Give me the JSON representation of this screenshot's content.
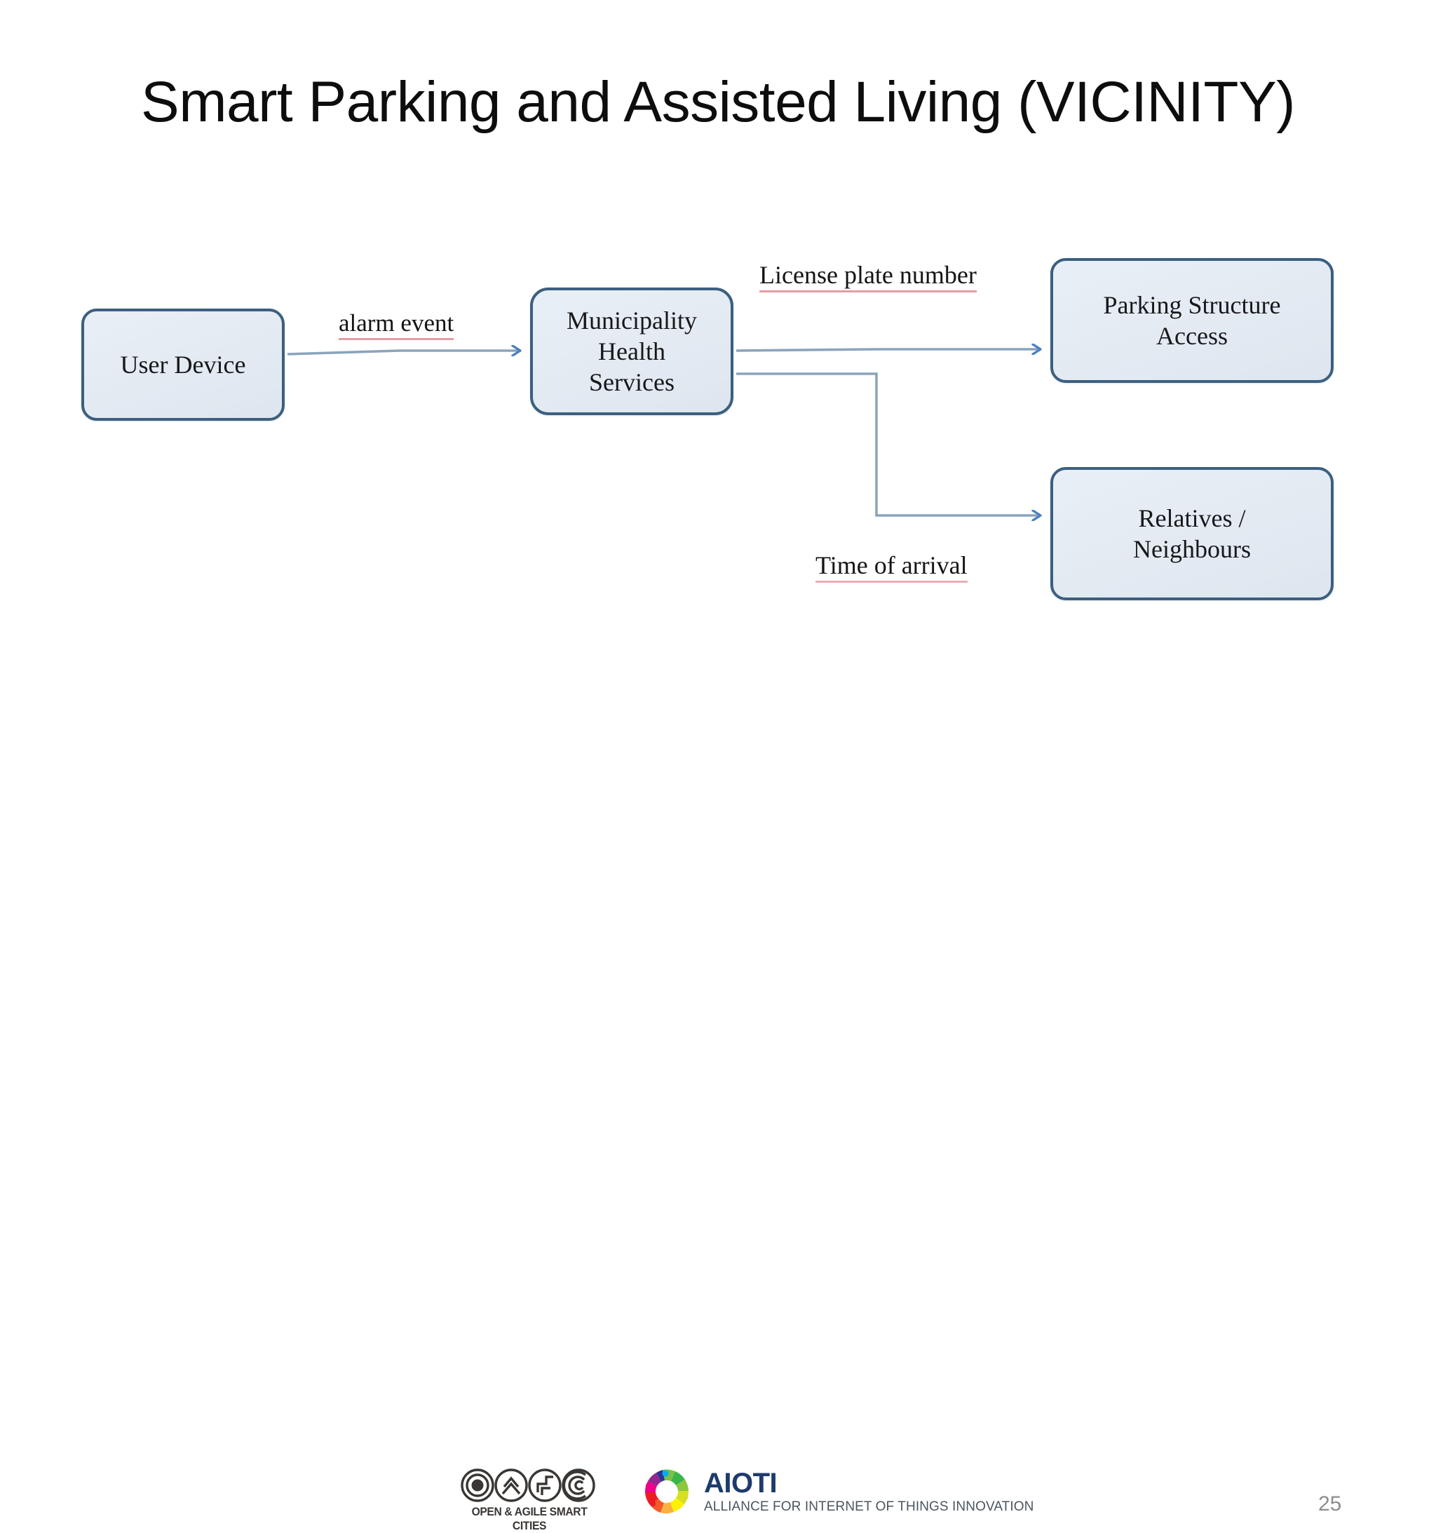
{
  "slide": {
    "title": "Smart Parking and Assisted Living (VICINITY)",
    "number": "25"
  },
  "diagram": {
    "type": "flow-diagram",
    "nodes": [
      {
        "id": "user-device",
        "label": "User Device"
      },
      {
        "id": "municipality",
        "label": "Municipality Health Services",
        "lines": [
          "Municipality",
          "Health",
          "Services"
        ]
      },
      {
        "id": "parking",
        "label": "Parking Structure Access",
        "lines": [
          "Parking Structure",
          "Access"
        ]
      },
      {
        "id": "relatives",
        "label": "Relatives / Neighbours",
        "lines": [
          "Relatives /",
          "Neighbours"
        ]
      }
    ],
    "edges": [
      {
        "from": "user-device",
        "to": "parking",
        "label": "alarm event"
      },
      {
        "from": "municipality",
        "to": "parking",
        "label": "License plate number"
      },
      {
        "from": "municipality",
        "to": "relatives",
        "label": "Time of arrival"
      }
    ],
    "colors": {
      "node_border": "#3c5f80",
      "node_fill": "#e4ebf2",
      "connector": "#8ba4bd",
      "arrow_head": "#4a7fc1",
      "label_underline": "#d6485a"
    }
  },
  "footer": {
    "oasc": {
      "name": "OPEN & AGILE SMART CITIES"
    },
    "aioti": {
      "name": "AIOTI",
      "tagline": "ALLIANCE FOR INTERNET OF THINGS INNOVATION"
    }
  }
}
